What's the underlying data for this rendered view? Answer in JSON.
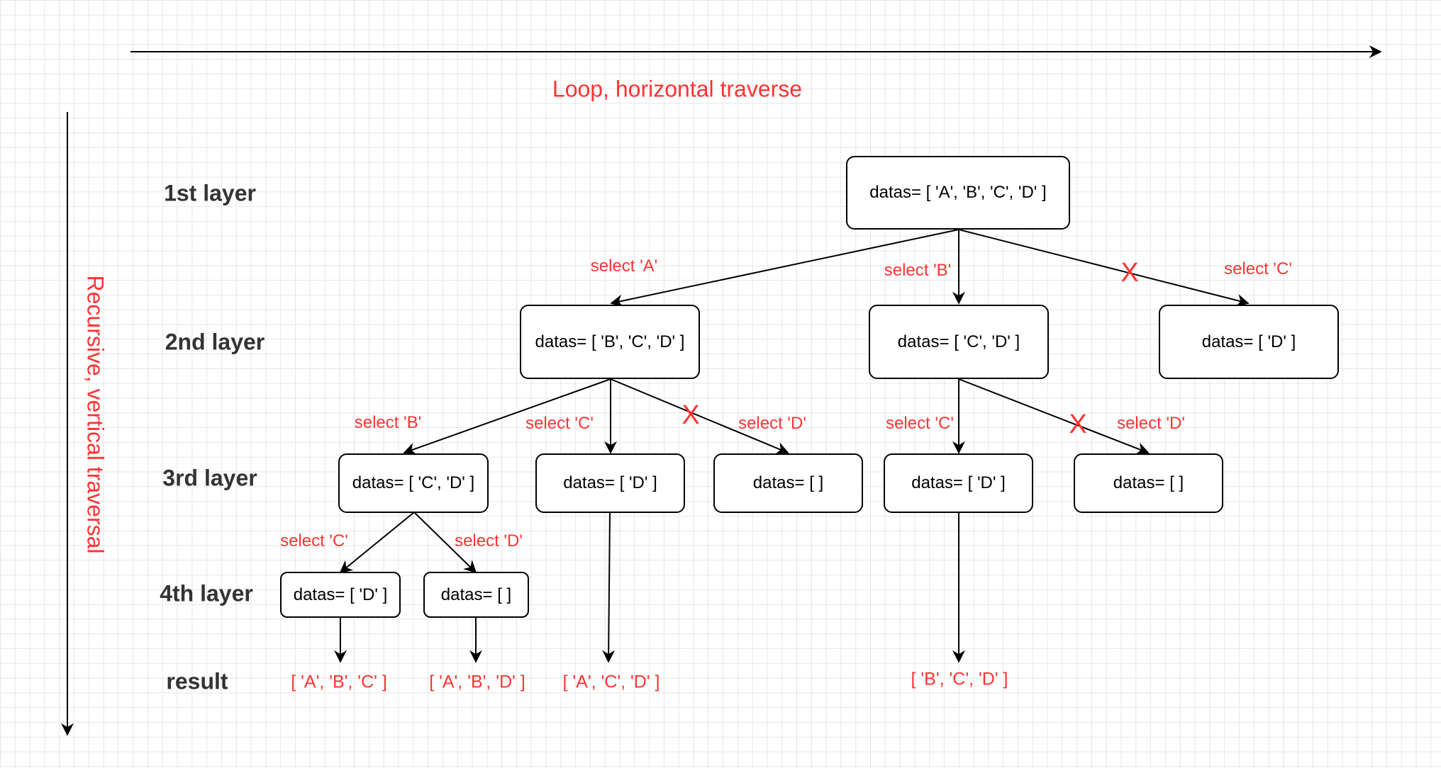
{
  "axes": {
    "horizontal_title": "Loop, horizontal traverse",
    "vertical_title": "Recursive, vertical traversal"
  },
  "layers": {
    "first": "1st layer",
    "second": "2nd layer",
    "third": "3rd layer",
    "fourth": "4th layer",
    "result": "result"
  },
  "nodes": {
    "root": "datas= [ 'A', 'B', 'C', 'D' ]",
    "l2_a": "datas= [ 'B', 'C', 'D' ]",
    "l2_b": "datas= [ 'C', 'D' ]",
    "l2_c": "datas= [ 'D' ]",
    "l3_ab": "datas= [ 'C', 'D' ]",
    "l3_ac": "datas= [ 'D' ]",
    "l3_ad": "datas= [ ]",
    "l3_bc": "datas= [ 'D' ]",
    "l3_bd": "datas= [ ]",
    "l4_abc": "datas= [ 'D' ]",
    "l4_abd": "datas= [ ]"
  },
  "edges": {
    "root_a": "select 'A'",
    "root_b": "select 'B'",
    "root_c": "select  'C'",
    "l2a_b": "select 'B'",
    "l2a_c": "select 'C'",
    "l2a_d": "select 'D'",
    "l2b_c": "select 'C'",
    "l2b_d": "select 'D'",
    "l3ab_c": "select 'C'",
    "l3ab_d": "select 'D'"
  },
  "pruned_marker": "X",
  "results": {
    "abc": "[ 'A', 'B', 'C' ]",
    "abd": "[ 'A', 'B', 'D' ]",
    "acd": "[ 'A', 'C', 'D' ]",
    "bcd": "[ 'B', 'C', 'D' ]"
  },
  "colors": {
    "annotation": "#ff3333",
    "box_border": "#000000",
    "layer_label": "#333333",
    "grid": "#e6e6e6"
  }
}
